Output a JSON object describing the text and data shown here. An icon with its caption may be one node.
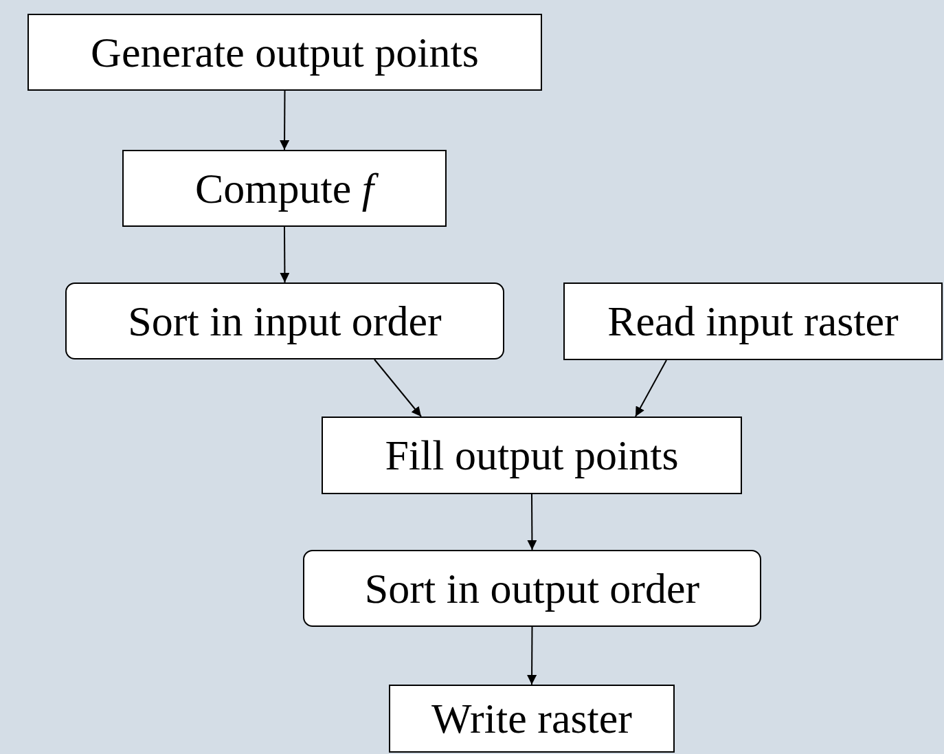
{
  "diagram": {
    "nodes": [
      {
        "text": [
          "Generate output points"
        ]
      },
      {
        "text": [
          "Compute *f*"
        ]
      },
      {
        "text": [
          "Sort in input order"
        ]
      },
      {
        "text": [
          "Read input raster"
        ]
      },
      {
        "text": [
          "Fill output points"
        ]
      },
      {
        "text": [
          "Sort in output order"
        ]
      },
      {
        "text": [
          "Write raster"
        ]
      }
    ],
    "edges": [
      {
        "from": 0,
        "to": 1,
        "arrow": "to"
      },
      {
        "from": 1,
        "to": 2,
        "arrow": "to"
      },
      {
        "from": 2,
        "to": 4,
        "arrow": "to"
      },
      {
        "from": 3,
        "to": 4,
        "arrow": "to"
      },
      {
        "from": 4,
        "to": 5,
        "arrow": "to"
      },
      {
        "from": 5,
        "to": 6,
        "arrow": "to"
      }
    ]
  }
}
